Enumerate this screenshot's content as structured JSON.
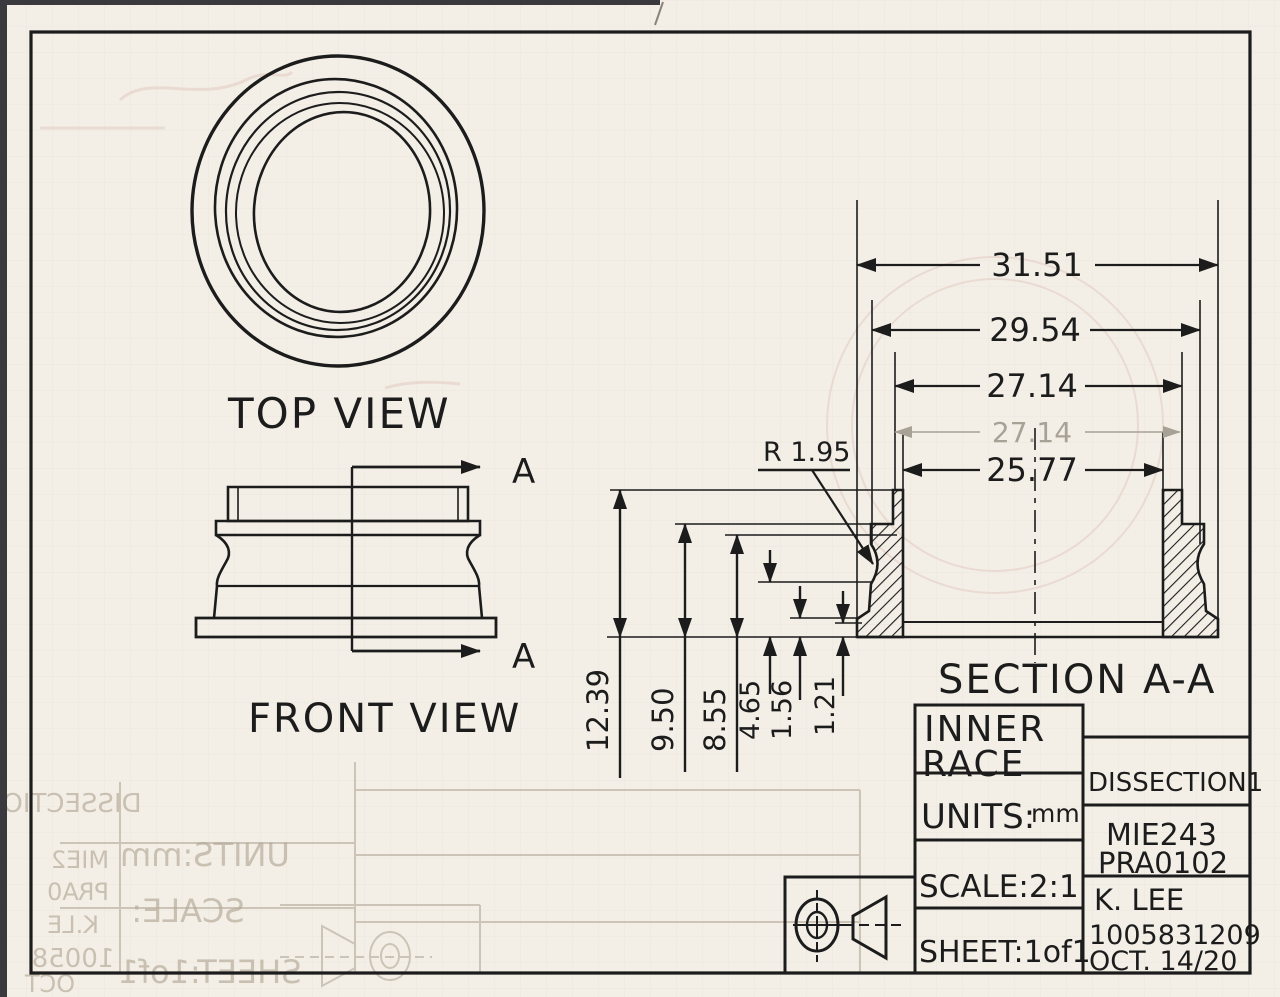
{
  "labels": {
    "top_view": "TOP VIEW",
    "front_view": "FRONT VIEW",
    "section": "SECTION A-A",
    "cut_arrow": "A"
  },
  "dims": {
    "h1": "31.51",
    "h2": "29.54",
    "h3": "27.14",
    "h3_ghost": "27.14",
    "h4": "25.77",
    "v1": "12.39",
    "v2": "9.50",
    "v3": "8.55",
    "v4": "4.65",
    "v5": "1.56",
    "v6": "1.21",
    "radius": "R 1.95"
  },
  "title_block": {
    "part_name_line1": "INNER",
    "part_name_line2": "RACE",
    "units_label": "UNITS:",
    "units_value": "mm",
    "scale": "SCALE:2:1",
    "sheet": "SHEET:1of1",
    "project": "DISSECTION1",
    "course_line1": "MIE243",
    "course_line2": "PRA0102",
    "author": "K. LEE",
    "student_id": "1005831209",
    "date": "OCT. 14/20"
  },
  "ghost_bleedthrough": {
    "g_project": "DISSECTIO",
    "g_course1": "MIE2",
    "g_course2": "PRA0",
    "g_author": "K.LE",
    "g_id": "10058",
    "g_date": "OCT",
    "g_units": "UNITS:mm",
    "g_scale": "SCALE:",
    "g_sheet": "SHEET:1of1"
  },
  "colors": {
    "ink": "#1c1c1c",
    "paper": "#f3efe7",
    "ghost": "#b3a897",
    "faint_dim": "#a8a195",
    "pink_bleed": "#d8b4a8"
  }
}
